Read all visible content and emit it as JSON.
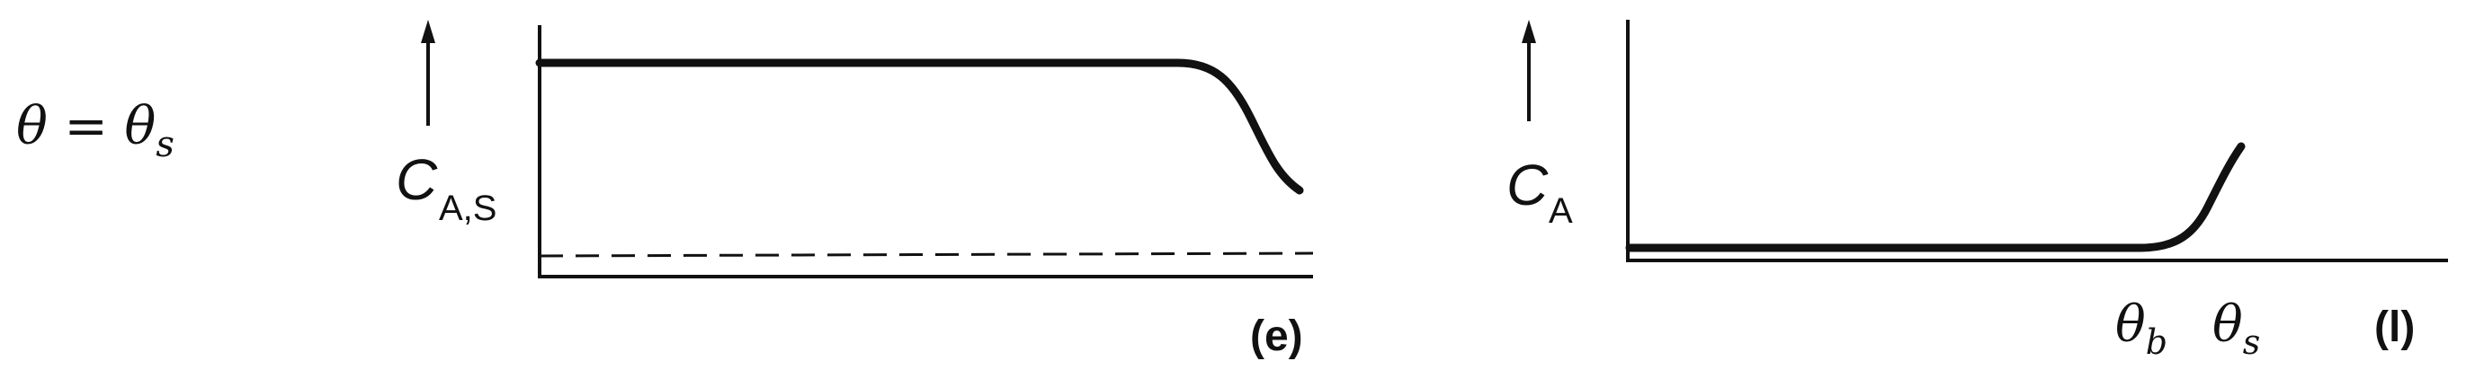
{
  "condition_label": "θ = θs",
  "panel_e": {
    "y_label": "C",
    "y_label_sub": "A,S",
    "tag": "(e)"
  },
  "panel_l": {
    "y_label": "C",
    "y_label_sub": "A",
    "x_tick_1": "θb",
    "x_tick_2": "θs",
    "tag": "(l)"
  }
}
